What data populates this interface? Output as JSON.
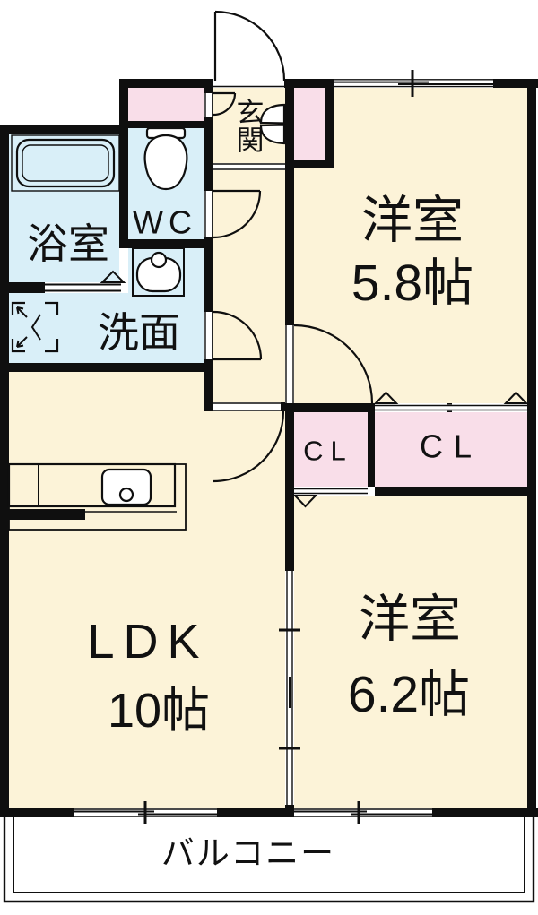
{
  "plan": {
    "rooms": {
      "bathroom": {
        "label": "浴室"
      },
      "toilet": {
        "label": "WC"
      },
      "washroom": {
        "label": "洗面"
      },
      "entrance": {
        "label_line1": "玄",
        "label_line2": "関"
      },
      "bedroom1": {
        "label": "洋室",
        "size": "5.8帖"
      },
      "closet1": {
        "label": "CL"
      },
      "closet2": {
        "label": "CL"
      },
      "ldk": {
        "label": "LDK",
        "size": "10帖"
      },
      "bedroom2": {
        "label": "洋室",
        "size": "6.2帖"
      },
      "balcony": {
        "label": "バルコニー"
      }
    },
    "colors": {
      "wall": "#0f0f0f",
      "room_floor": "#FCF3D8",
      "wet_area": "#D9EFF8",
      "closet": "#F9DEE9",
      "balcony": "#FFFFFF"
    }
  }
}
